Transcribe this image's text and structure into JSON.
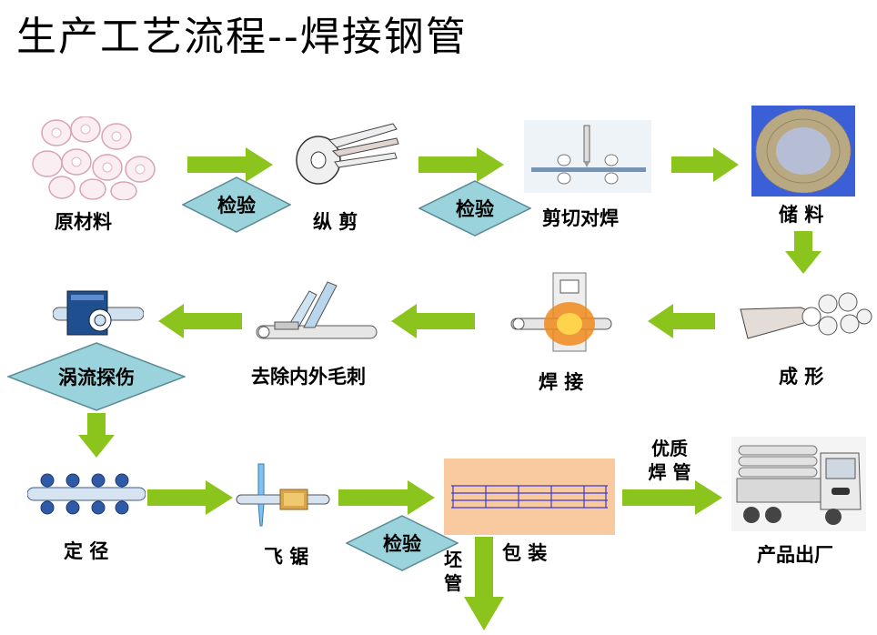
{
  "title": "生产工艺流程--焊接钢管",
  "steps": {
    "raw_material": "原材料",
    "slitting": "纵 剪",
    "shear_butt_weld": "剪切对焊",
    "storage": "储 料",
    "forming": "成 形",
    "welding": "焊 接",
    "deburr": "去除内外毛刺",
    "eddy_current": "涡流探伤",
    "sizing": "定 径",
    "flying_saw": "飞 锯",
    "packing": "包 装",
    "shipping": "产品出厂"
  },
  "inspection_label": "检验",
  "branches": {
    "quality_pipe_line1": "优质",
    "quality_pipe_line2": "焊 管",
    "blank_pipe": "坯管"
  },
  "colors": {
    "arrow": "#8cc41e",
    "diamond_fill": "#9ad3db",
    "diamond_stroke": "#5a8a96",
    "packing_bg": "#f9c9a0",
    "packing_lines": "#3c3ccc",
    "storage_bg": "#3b5fd6"
  }
}
